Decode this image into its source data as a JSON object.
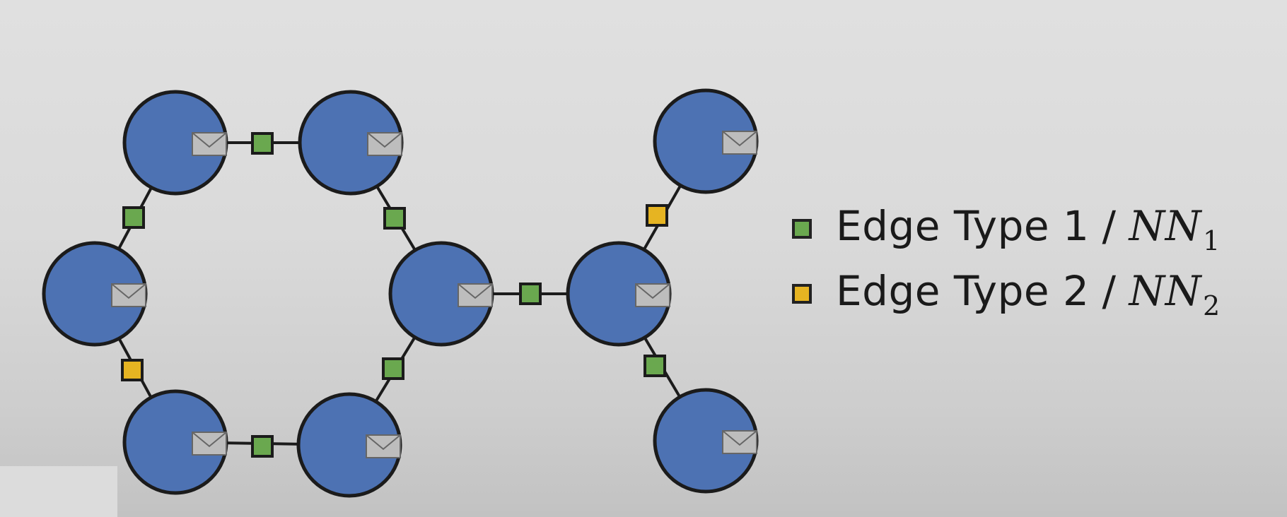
{
  "colors": {
    "node_fill": "#4d72b3",
    "node_stroke": "#1b1b1b",
    "edge_type_1": "#6aa84f",
    "edge_type_2": "#e6b422",
    "envelope_fill": "#bdbdbd",
    "envelope_stroke": "#666666"
  },
  "icons": {
    "node_message": "envelope-icon"
  },
  "graph": {
    "nodes": [
      "n1",
      "n2",
      "n3",
      "n4",
      "n5",
      "n6",
      "n7",
      "n8",
      "n9"
    ],
    "edges": [
      {
        "from": "n1",
        "to": "n2",
        "type": 1
      },
      {
        "from": "n1",
        "to": "n3",
        "type": 1
      },
      {
        "from": "n2",
        "to": "n4",
        "type": 1
      },
      {
        "from": "n3",
        "to": "n5",
        "type": 2
      },
      {
        "from": "n5",
        "to": "n6",
        "type": 1
      },
      {
        "from": "n6",
        "to": "n4",
        "type": 1
      },
      {
        "from": "n4",
        "to": "n7",
        "type": 1
      },
      {
        "from": "n7",
        "to": "n8",
        "type": 2
      },
      {
        "from": "n7",
        "to": "n9",
        "type": 1
      }
    ]
  },
  "legend": {
    "items": [
      {
        "label": "Edge Type 1",
        "separator": "/",
        "var": "NN",
        "sub": "1",
        "type": 1
      },
      {
        "label": "Edge Type 2",
        "separator": "/",
        "var": "NN",
        "sub": "2",
        "type": 2
      }
    ]
  }
}
